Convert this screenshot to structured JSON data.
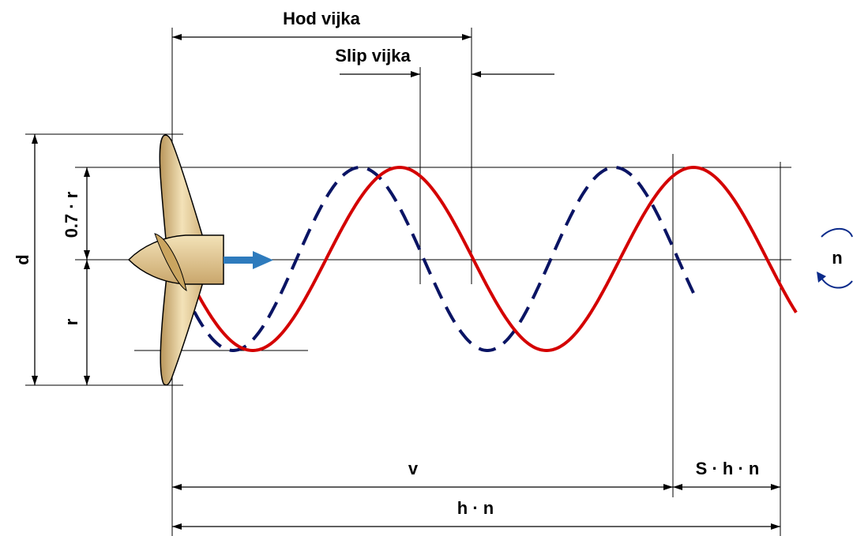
{
  "labels": {
    "lead": "Hod vijka",
    "slip": "Slip vijka",
    "diameter": "d",
    "radius": "r",
    "radius_07": "0.7 · r",
    "speed": "v",
    "slip_product": "S · h · n",
    "pitch_rate": "h · n",
    "rotation": "n"
  },
  "colors": {
    "solid_wave": "#d40000",
    "dashed_wave": "#0a1464",
    "thrust_arrow": "#2e7bbd",
    "blade_fill": "#e8cf9a",
    "blade_shade": "#b8955a",
    "rotation_arrow": "#0a2a8a"
  }
}
